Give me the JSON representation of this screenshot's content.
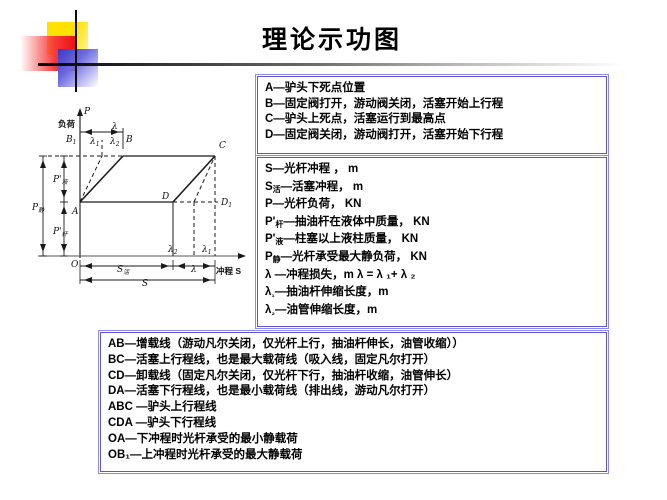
{
  "slide": {
    "title": "理论示功图",
    "decoration": {
      "name": "colored-squares-logo",
      "colors": {
        "yellow": "#ffe100",
        "red": "#ea1010",
        "blue": "#3a36c4",
        "cross": "#0d0d0d"
      }
    },
    "rule_color": "#000000",
    "box_border_color": "#5a55e0"
  },
  "box_top": {
    "name": "point-definitions",
    "lines": [
      "A—驴头下死点位置",
      "B—固定阀打开，游动阀关闭，活塞开始上行程",
      "C—驴头上死点，活塞运行到最高点",
      "D—固定阀关闭，游动阀打开，活塞开始下行程"
    ]
  },
  "box_mid": {
    "name": "symbol-definitions",
    "lines": [
      {
        "sym": "S",
        "sub": "",
        "text": "—光杆冲程 ，   m"
      },
      {
        "sym": "S",
        "sub": "活",
        "text": "—活塞冲程，  m"
      },
      {
        "sym": "P",
        "sub": "",
        "text": "—光杆负荷，    KN"
      },
      {
        "sym": "P'",
        "sub": "杆",
        "text": "—抽油杆在液体中质量，    KN"
      },
      {
        "sym": "P'",
        "sub": "液",
        "text": "—柱塞以上液柱质量，     KN"
      },
      {
        "sym": "P",
        "sub": "静",
        "text": "—光杆承受最大静负荷，    KN"
      },
      {
        "sym": "λ",
        "sub": "",
        "text": " —冲程损失，m  λ =  λ ₁+  λ ₂"
      },
      {
        "sym": "λ",
        "sub": "₁",
        "text": "—抽油杆伸缩长度，m"
      },
      {
        "sym": "λ",
        "sub": "₂",
        "text": "—油管伸缩长度，m"
      }
    ]
  },
  "box_bottom": {
    "name": "segment-definitions",
    "lines": [
      "AB—增载线（游动凡尔关闭，仅光杆上行，抽油杆伸长，油管收缩））",
      "BC—活塞上行程线，也是最大载荷线（吸入线，固定凡尔打开）",
      "CD—卸载线（固定凡尔关闭，仅光杆下行，抽油杆收缩，油管伸长）",
      "DA—活塞下行程线，也是最小载荷线（排出线，游动凡尔打开）",
      "ABC  —驴头上行程线",
      "CDA  —驴头下行程线",
      "OA—下冲程时光杆承受的最小静载荷",
      "OB₁—上冲程时光杆承受的最大静载荷"
    ]
  },
  "diagram": {
    "name": "theoretical-dynamometer-card",
    "axis": {
      "y_symbol": "P",
      "y_label": "负荷",
      "x_label": "冲程 S",
      "origin": "O"
    },
    "points": {
      "A": "A",
      "B": "B",
      "C": "C",
      "D": "D",
      "B1": "B₁",
      "D1": "D₁"
    },
    "left_measures": [
      {
        "label": "P",
        "sub": "静"
      },
      {
        "label": "P'",
        "sub": "液"
      },
      {
        "label": "P'",
        "sub": "杆"
      }
    ],
    "top_measures": [
      {
        "label": "λ"
      },
      {
        "label": "λ",
        "sub": "1"
      },
      {
        "label": "λ",
        "sub": "2"
      }
    ],
    "bottom_measures": [
      {
        "label": "S",
        "sub": "活"
      },
      {
        "label": "S"
      },
      {
        "label": "λ"
      },
      {
        "label": "λ",
        "sub": "1"
      },
      {
        "label": "λ",
        "sub": "2"
      }
    ]
  }
}
